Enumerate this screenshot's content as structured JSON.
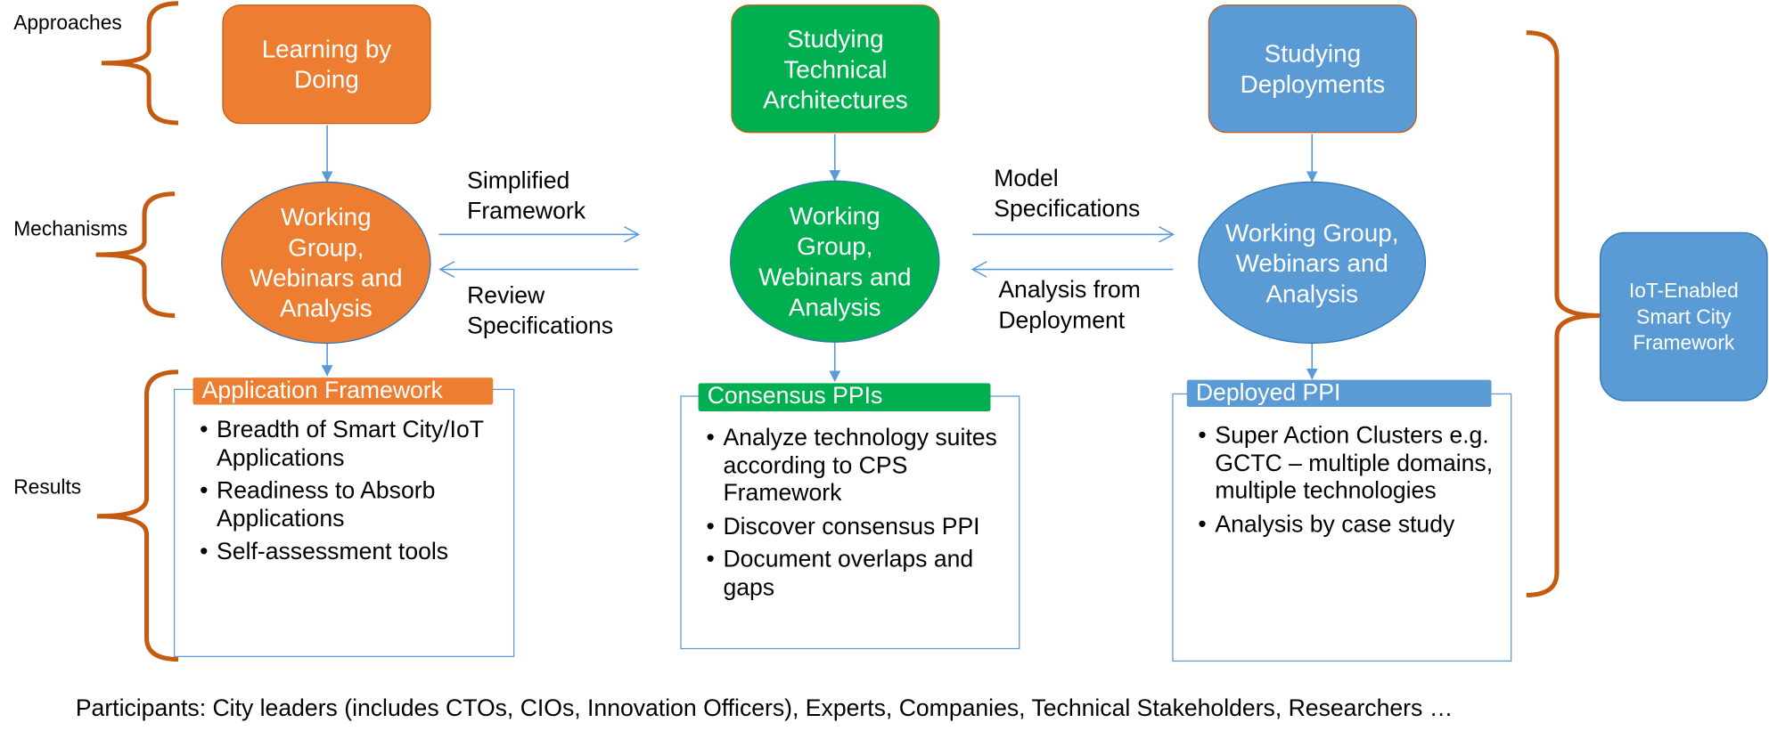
{
  "row_labels": {
    "approaches": "Approaches",
    "mechanisms": "Mechanisms",
    "results": "Results"
  },
  "approaches": {
    "learning": "Learning by Doing",
    "architectures": "Studying Technical Architectures",
    "deployments": "Studying Deployments"
  },
  "mechanisms": {
    "left": "Working Group, Webinars and Analysis",
    "middle": "Working Group, Webinars and Analysis",
    "right": "Working Group, Webinars and Analysis"
  },
  "flows": {
    "simplified_framework": "Simplified Framework",
    "review_specifications": "Review Specifications",
    "model_specifications": "Model Specifications",
    "analysis_from_deployment": "Analysis from Deployment"
  },
  "results": {
    "application": {
      "title": "Application Framework",
      "items": [
        "Breadth of Smart City/IoT Applications",
        "Readiness to Absorb Applications",
        "Self-assessment tools"
      ]
    },
    "consensus": {
      "title": "Consensus PPIs",
      "items": [
        "Analyze technology suites according to CPS Framework",
        "Discover consensus PPI",
        "Document overlaps and gaps"
      ]
    },
    "deployed": {
      "title": "Deployed PPI",
      "items": [
        "Super Action Clusters e.g. GCTC – multiple domains, multiple technologies",
        "Analysis by case study"
      ]
    }
  },
  "framework": "IoT-Enabled Smart City Framework",
  "participants": "Participants: City leaders (includes CTOs, CIOs, Innovation Officers), Experts, Companies, Technical Stakeholders, Researchers …",
  "colors": {
    "orange": "#ED7D31",
    "green": "#00B050",
    "blue": "#5B9BD5",
    "bracket": "#C55A11",
    "arrow": "#5B9BD5"
  }
}
